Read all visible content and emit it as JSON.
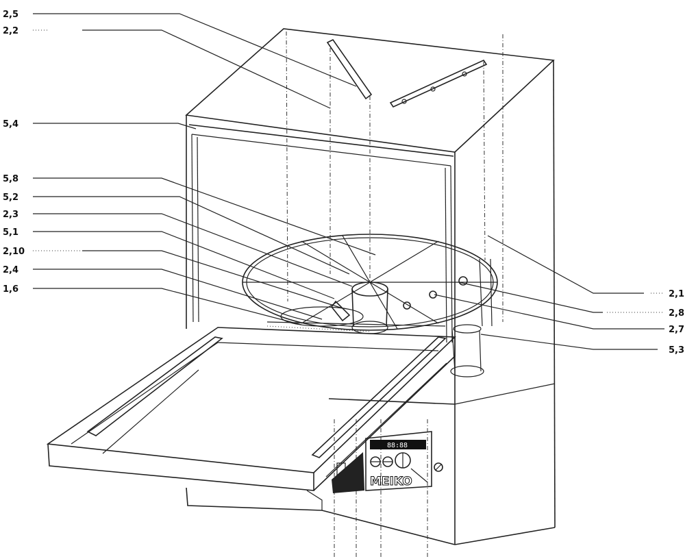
{
  "labels_left": [
    "2,5",
    "2,2",
    "5,4",
    "5,8",
    "5,2",
    "2,3",
    "5,1",
    "2,10",
    "2,4",
    "1,6"
  ],
  "labels_right": [
    "2,1",
    "2,8",
    "2,7",
    "5,3"
  ],
  "panel": {
    "display_text": "88:88",
    "logo": "MEIKO"
  }
}
